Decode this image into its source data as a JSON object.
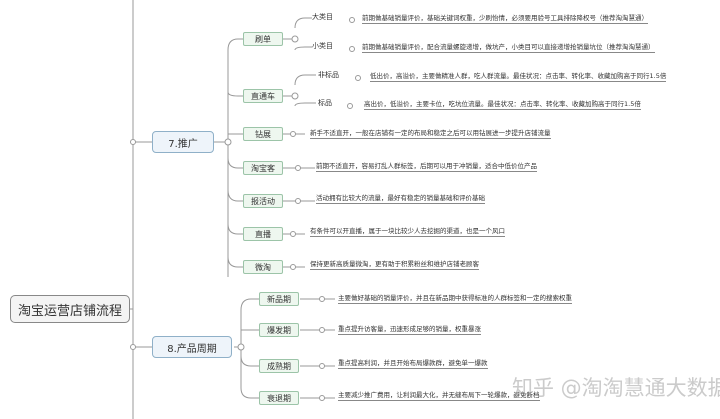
{
  "root": "淘宝运营店铺流程",
  "branches": [
    {
      "label": "7.推广",
      "children": [
        {
          "label": "刷单",
          "children": [
            {
              "label": "大类目",
              "text": "前期做基础销量评价，基础关键词权重，少刷怡情，必须要用验号工具排除降权号（推荐淘淘慧通）"
            },
            {
              "label": "小类目",
              "text": "前期做基础销量评价，配合流量螺旋递增，做坑产，小类目可以直接递增抢销量坑位（推荐淘淘慧通）"
            }
          ]
        },
        {
          "label": "直通车",
          "children": [
            {
              "label": "非标品",
              "text": "低出价，高溢价，主要做精准人群，吃人群流量。最佳状况：点击率、转化率、收藏加购高于同行1.5倍"
            },
            {
              "label": "标品",
              "text": "高出价，低溢价，主要卡位，吃坑位流量。最佳状况：点击率、转化率、收藏加购高于同行1.5倍"
            }
          ]
        },
        {
          "label": "钻展",
          "text": "新手不适直开，一般在店铺有一定的布局和稳定之后可以用钻展进一步提升店铺流量"
        },
        {
          "label": "淘宝客",
          "text": "前期不适直开，容易打乱人群标签，后期可以用于冲销量，适合中低价位产品"
        },
        {
          "label": "报活动",
          "text": "活动拥有比较大的流量，最好有稳定的销量基础和评价基础"
        },
        {
          "label": "直播",
          "text": "有条件可以开直播，属于一块比较少人去挖掘的渠道，也是一个风口"
        },
        {
          "label": "微淘",
          "text": "保持更新高质量微淘，更有助于积累粉丝和维护店铺老顾客"
        }
      ]
    },
    {
      "label": "8.产品周期",
      "children": [
        {
          "label": "新品期",
          "text": "主要做好基础的销量评价，并且在新品期中获得标准的人群标签和一定的搜索权重"
        },
        {
          "label": "爆发期",
          "text": "重点提升访客量，迅速形成足够的销量，权重暴涨"
        },
        {
          "label": "成熟期",
          "text": "重点提高利润，并且开始布局爆款群，避免单一爆款"
        },
        {
          "label": "衰退期",
          "text": "主要减少推广费用，让利润最大化，并无缝布局下一轮爆款，避免断档"
        }
      ]
    }
  ],
  "watermark": "知乎 @淘淘慧通大数据"
}
